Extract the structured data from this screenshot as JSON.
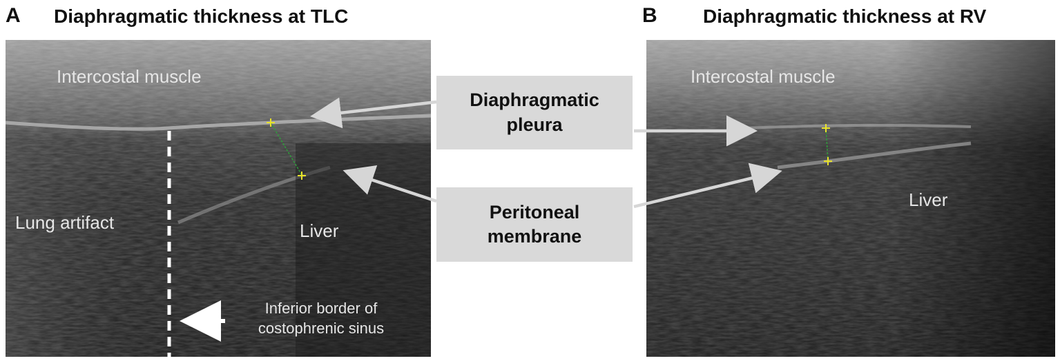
{
  "panel_a": {
    "letter": "A",
    "title": "Diaphragmatic thickness at TLC",
    "labels": {
      "intercostal": "Intercostal muscle",
      "lung": "Lung artifact",
      "liver": "Liver",
      "sinus_line1": "Inferior border of",
      "sinus_line2": "costophrenic sinus"
    }
  },
  "panel_b": {
    "letter": "B",
    "title": "Diaphragmatic thickness at RV",
    "labels": {
      "intercostal": "Intercostal muscle",
      "liver": "Liver"
    }
  },
  "callouts": {
    "pleura_line1": "Diaphragmatic",
    "pleura_line2": "pleura",
    "peritoneal_line1": "Peritoneal",
    "peritoneal_line2": "membrane"
  },
  "colors": {
    "callout_bg": "#d9d9d9",
    "arrow": "#cccccc",
    "caliper": "#e8e22a",
    "caliper_line": "#2e9e3a"
  }
}
